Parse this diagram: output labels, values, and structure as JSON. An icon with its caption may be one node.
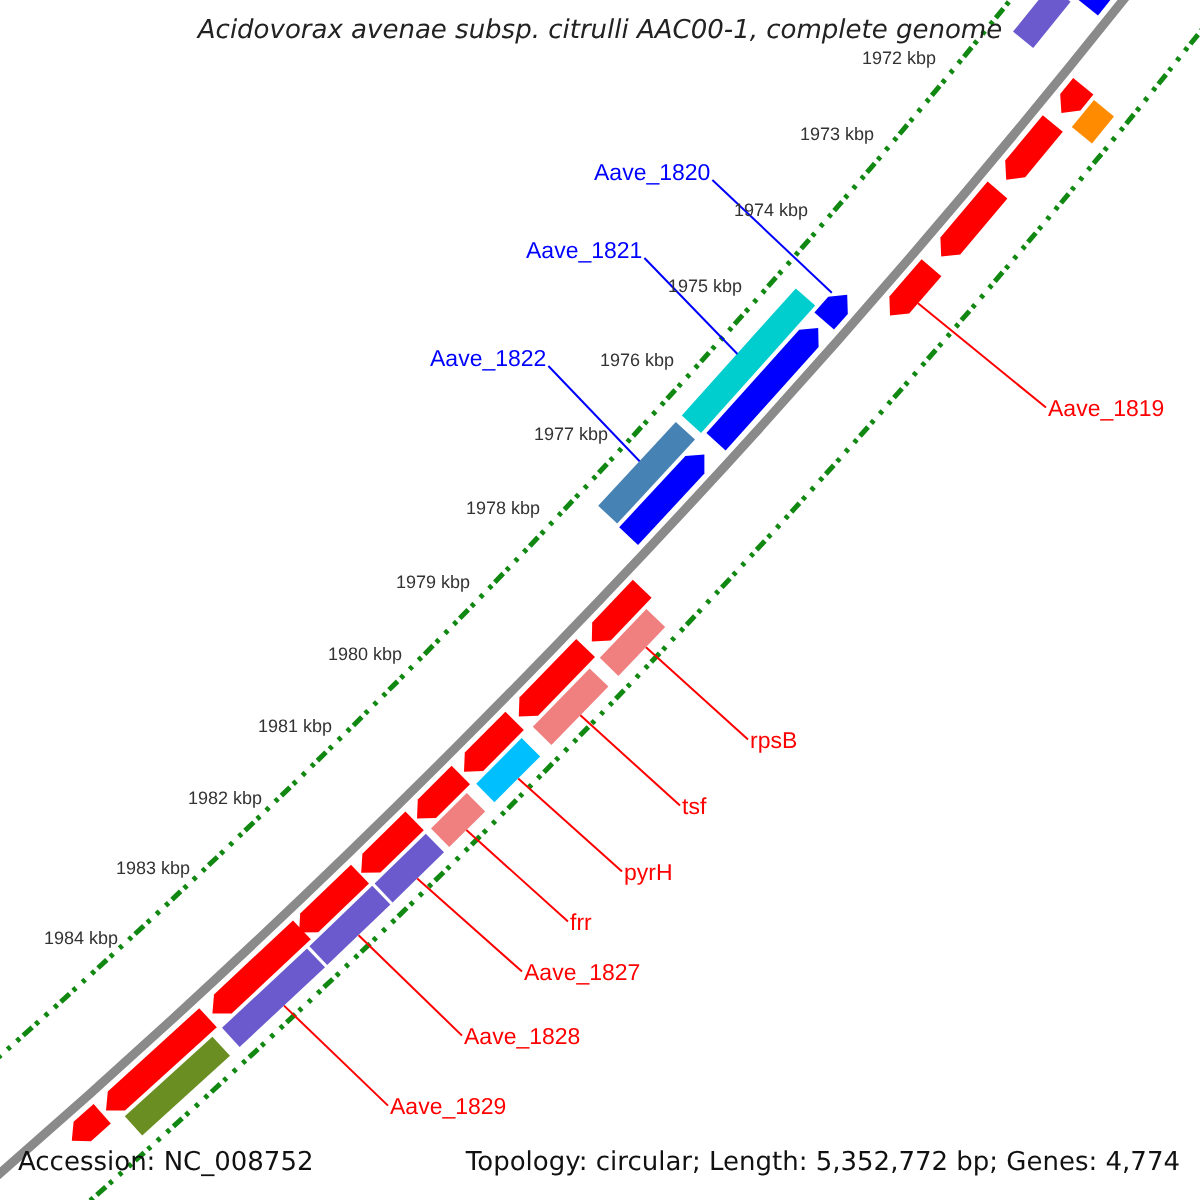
{
  "diagram": {
    "title": "Acidovorax avenae subsp. citrulli AAC00-1, complete genome",
    "nodes": [
      {
        "text": [
          "Aave_1820"
        ]
      },
      {
        "text": [
          "Aave_1821"
        ]
      },
      {
        "text": [
          "Aave_1822"
        ]
      },
      {
        "text": [
          "Aave_1819"
        ]
      },
      {
        "text": [
          "rpsB"
        ]
      },
      {
        "text": [
          "tsf"
        ]
      },
      {
        "text": [
          "pyrH"
        ]
      },
      {
        "text": [
          "frr"
        ]
      },
      {
        "text": [
          "Aave_1827"
        ]
      },
      {
        "text": [
          "Aave_1828"
        ]
      },
      {
        "text": [
          "Aave_1829"
        ]
      },
      {
        "text": [],
        "shape": "pentagon"
      },
      {
        "text": [],
        "shape": "bar"
      },
      {
        "text": [],
        "shape": "pentagon"
      },
      {
        "text": [],
        "shape": "bar"
      },
      {
        "text": [],
        "shape": "pentagon"
      },
      {
        "text": [],
        "shape": "pentagon"
      },
      {
        "text": [],
        "shape": "pentagon"
      },
      {
        "text": [],
        "shape": "pentagon"
      },
      {
        "text": [],
        "shape": "bar"
      },
      {
        "text": [],
        "shape": "pentagon"
      },
      {
        "text": [],
        "shape": "bar"
      },
      {
        "text": [],
        "shape": "pentagon"
      },
      {
        "text": [],
        "shape": "pentagon"
      },
      {
        "text": [],
        "shape": "bar"
      },
      {
        "text": [],
        "shape": "pentagon"
      },
      {
        "text": [],
        "shape": "bar"
      },
      {
        "text": [],
        "shape": "pentagon"
      },
      {
        "text": [],
        "shape": "bar"
      },
      {
        "text": [],
        "shape": "pentagon"
      },
      {
        "text": [],
        "shape": "bar"
      },
      {
        "text": [],
        "shape": "pentagon"
      },
      {
        "text": [],
        "shape": "bar"
      },
      {
        "text": [],
        "shape": "pentagon"
      },
      {
        "text": [],
        "shape": "bar"
      },
      {
        "text": [],
        "shape": "pentagon"
      },
      {
        "text": [],
        "shape": "bar"
      },
      {
        "text": [],
        "shape": "pentagon"
      },
      {
        "text": [],
        "shape": "bar"
      },
      {
        "text": [],
        "shape": "pentagon"
      }
    ],
    "edges": [
      {
        "from": 0,
        "to": 18,
        "arrow": "none",
        "color": "#0000ff"
      },
      {
        "from": 1,
        "to": 19,
        "arrow": "none",
        "color": "#0000ff"
      },
      {
        "from": 2,
        "to": 21,
        "arrow": "none",
        "color": "#0000ff"
      },
      {
        "from": 3,
        "to": 17,
        "arrow": "none"
      },
      {
        "from": 4,
        "to": 24,
        "arrow": "none"
      },
      {
        "from": 5,
        "to": 26,
        "arrow": "none"
      },
      {
        "from": 6,
        "to": 28,
        "arrow": "none"
      },
      {
        "from": 7,
        "to": 30,
        "arrow": "none"
      },
      {
        "from": 8,
        "to": 32,
        "arrow": "none"
      },
      {
        "from": 9,
        "to": 34,
        "arrow": "none"
      },
      {
        "from": 10,
        "to": 36,
        "arrow": "none"
      }
    ],
    "labels": [
      "1972 kbp",
      "1973 kbp",
      "1974 kbp",
      "1975 kbp",
      "1976 kbp",
      "1977 kbp",
      "1978 kbp",
      "1979 kbp",
      "1980 kbp",
      "1981 kbp",
      "1982 kbp",
      "1983 kbp",
      "1984 kbp",
      "Accession: NC_008752",
      "Topology: circular; Length: 5,352,772 bp; Genes: 4,774"
    ]
  }
}
